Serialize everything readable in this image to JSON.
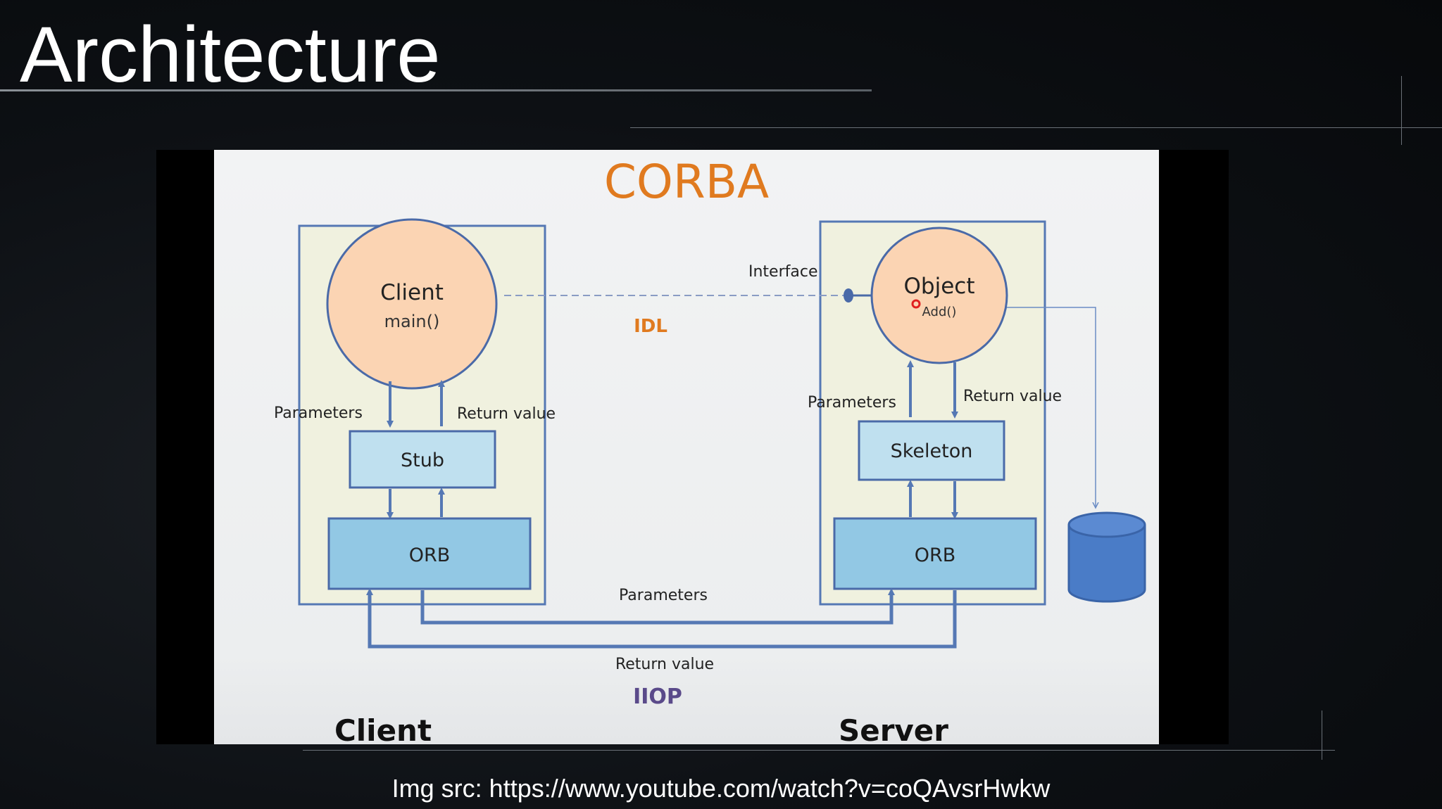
{
  "slide": {
    "title": "Architecture",
    "caption": "Img src: https://www.youtube.com/watch?v=coQAvsrHwkw"
  },
  "diagram": {
    "title": "CORBA",
    "client": {
      "circle_title": "Client",
      "circle_sub": "main()",
      "param_label": "Parameters",
      "return_label": "Return value",
      "stub": "Stub",
      "orb": "ORB",
      "footer": "Client"
    },
    "server": {
      "circle_title": "Object",
      "circle_sub": "Add()",
      "interface_label": "Interface",
      "param_label": "Parameters",
      "return_label": "Return value",
      "skeleton": "Skeleton",
      "orb": "ORB",
      "footer": "Server"
    },
    "idl": "IDL",
    "bus_params": "Parameters",
    "bus_return": "Return value",
    "iiop": "IIOP",
    "colors": {
      "title": "#e07a1f",
      "circle_fill": "#fbd4b3",
      "box_fill": "#f0f1df",
      "stub_fill": "#bfe0ef",
      "orb_fill": "#92c8e4",
      "line": "#5578b4",
      "iiop": "#5a4a8a",
      "database": "#4a7cc7"
    }
  }
}
